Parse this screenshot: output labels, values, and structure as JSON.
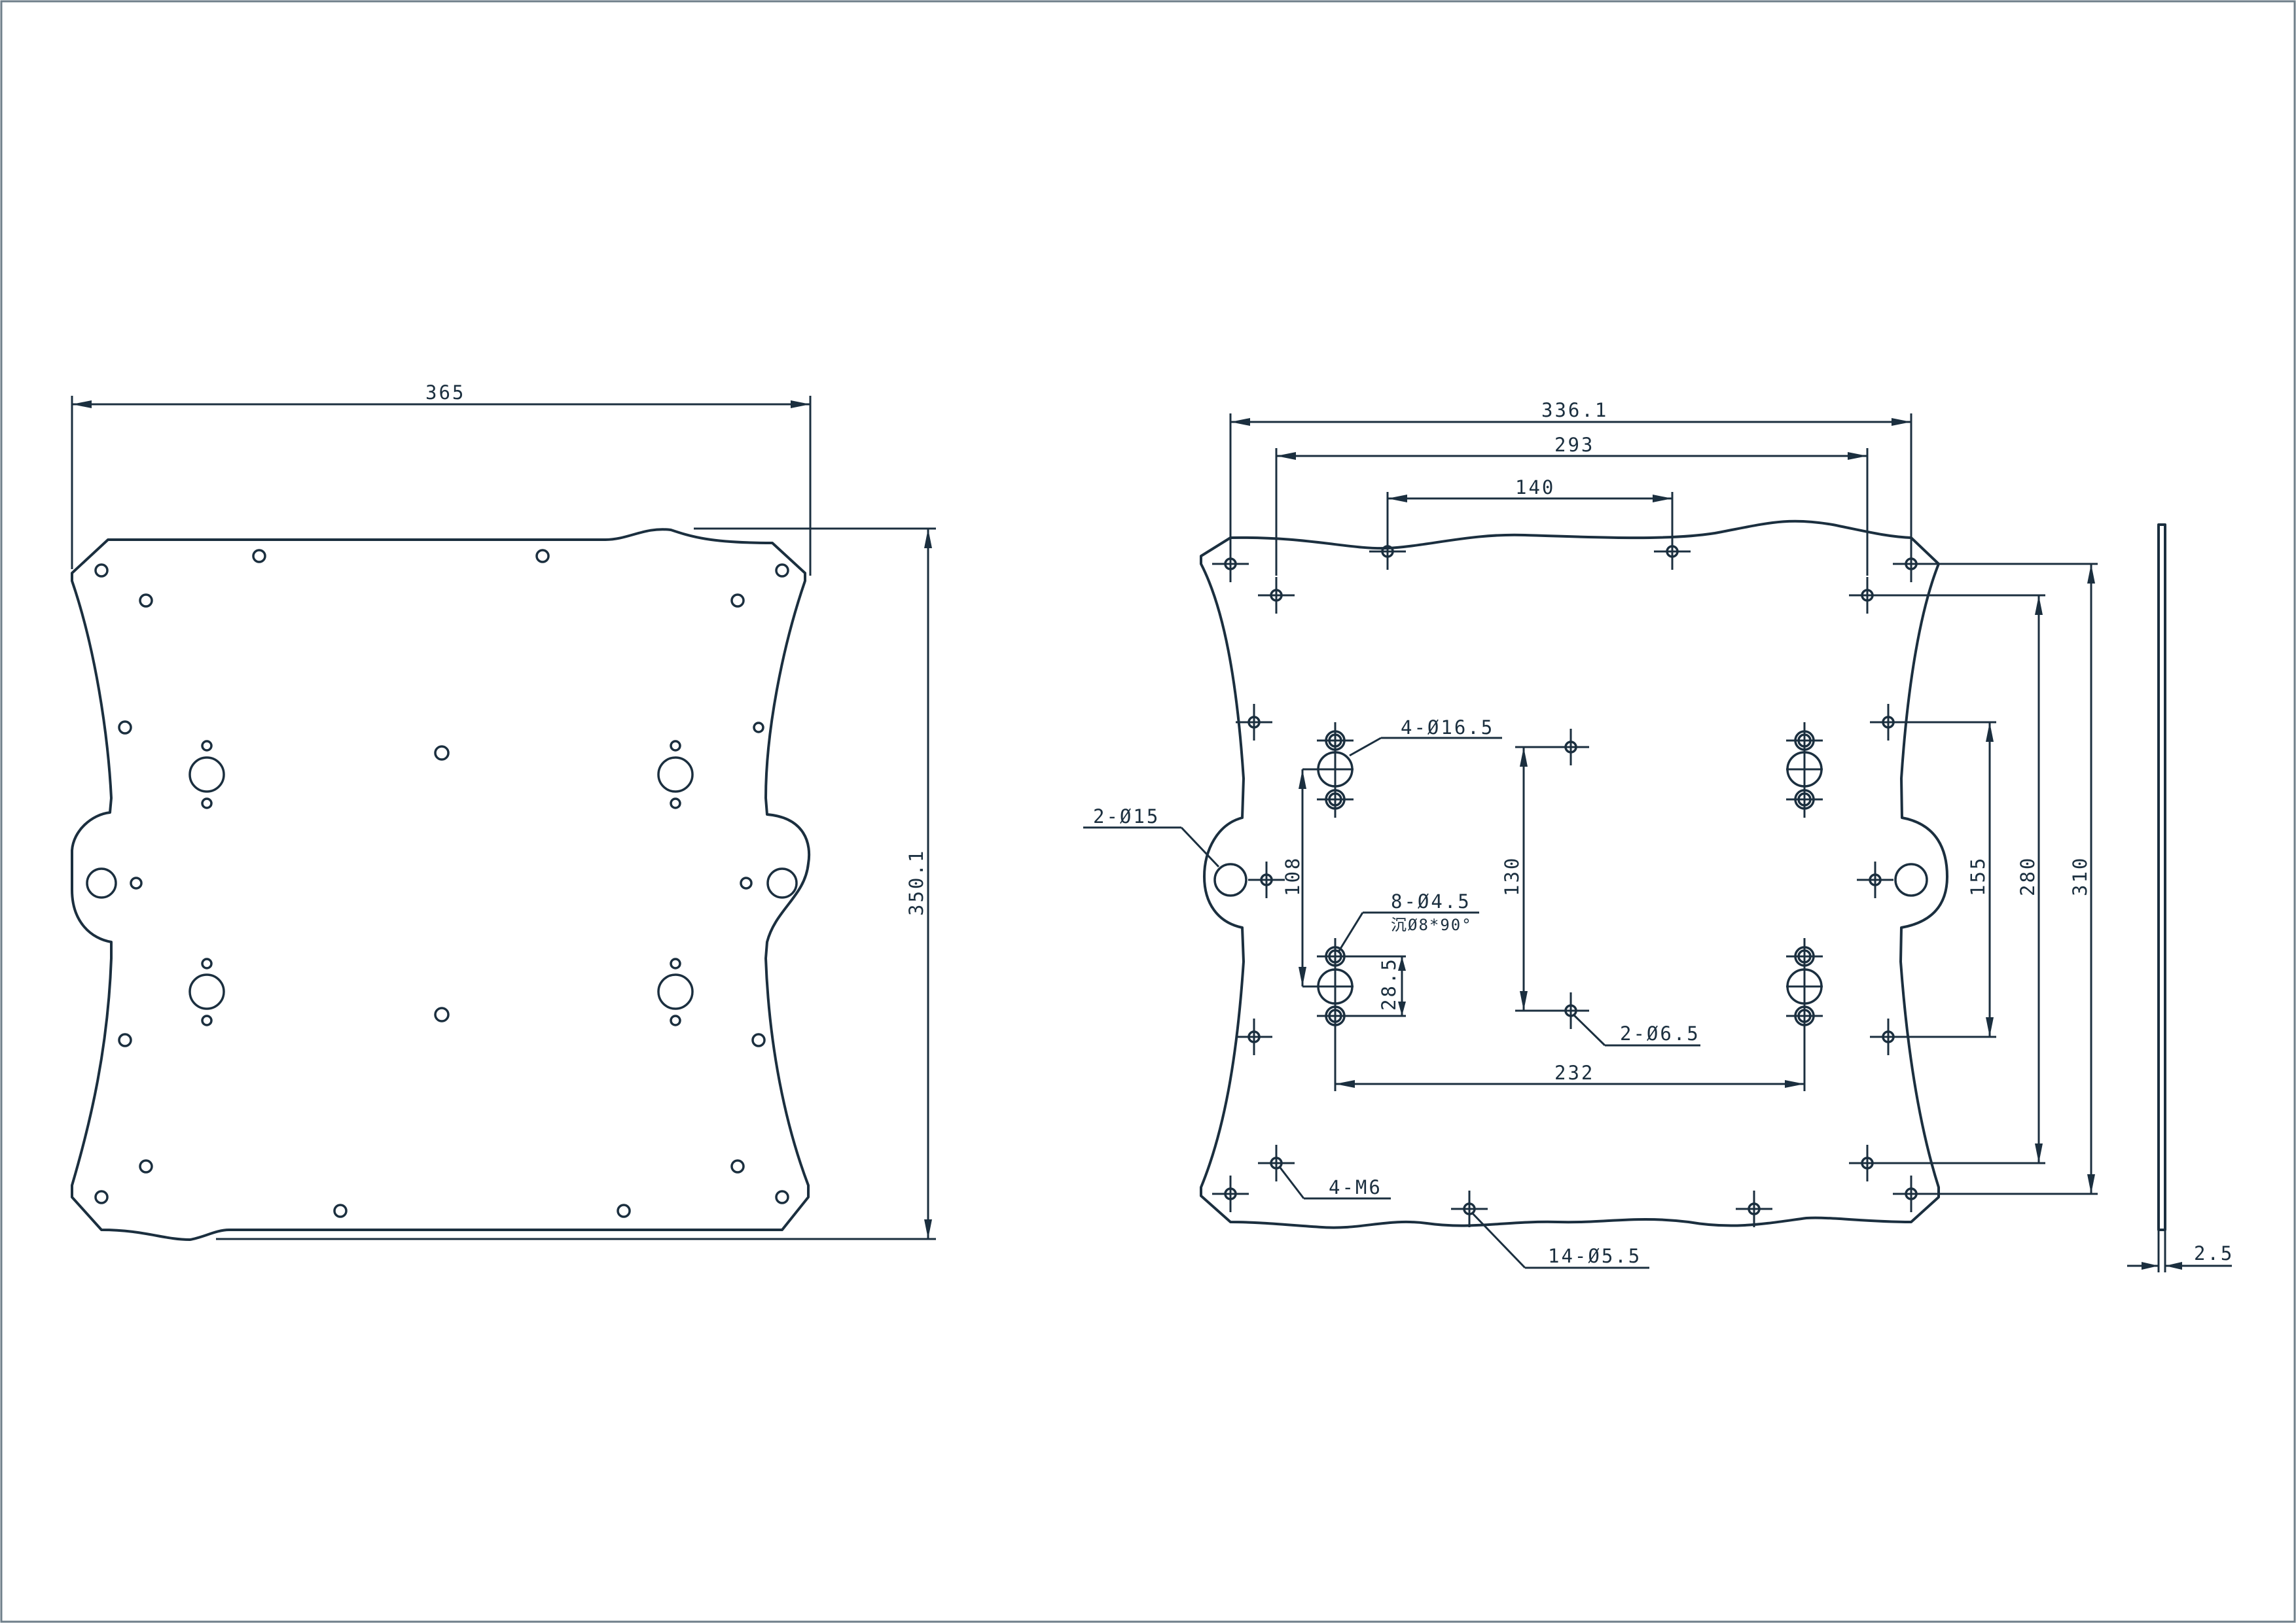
{
  "drawing": {
    "left_view": {
      "width_dim": "365",
      "height_dim": "350.1"
    },
    "right_view": {
      "overall_width_dim": "336.1",
      "outer_hole_spacing_dim": "293",
      "top_pair_spacing_dim": "140",
      "large_hole_spacing_dim": "232",
      "vertical_dim_108": "108",
      "vertical_dim_130": "130",
      "vertical_dim_28_5": "28.5",
      "vertical_dim_155": "155",
      "vertical_dim_280": "280",
      "vertical_dim_310": "310",
      "callout_large_holes": "4-Ø16.5",
      "callout_side_holes": "2-Ø15",
      "callout_small_holes_line1": "8-Ø4.5",
      "callout_small_holes_line2": "沉Ø8*90°",
      "callout_center_holes": "2-Ø6.5",
      "callout_threaded": "4-M6",
      "callout_perimeter_holes": "14-Ø5.5"
    },
    "side_view": {
      "thickness_dim": "2.5"
    }
  }
}
